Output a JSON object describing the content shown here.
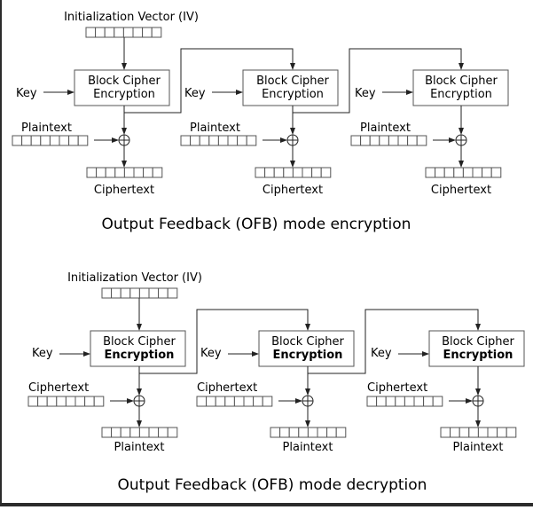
{
  "colors": {
    "line": "#222222",
    "box": "#555555",
    "frame": "#2b2b2b",
    "background": "#ffffff"
  },
  "encryption": {
    "title": "Output Feedback (OFB) mode encryption",
    "iv_label": "Initialization Vector (IV)",
    "stages": [
      {
        "cipher_line1": "Block Cipher",
        "cipher_line2": "Encryption",
        "key": "Key",
        "input": "Plaintext",
        "output": "Ciphertext"
      },
      {
        "cipher_line1": "Block Cipher",
        "cipher_line2": "Encryption",
        "key": "Key",
        "input": "Plaintext",
        "output": "Ciphertext"
      },
      {
        "cipher_line1": "Block Cipher",
        "cipher_line2": "Encryption",
        "key": "Key",
        "input": "Plaintext",
        "output": "Ciphertext"
      }
    ]
  },
  "decryption": {
    "title": "Output Feedback (OFB) mode decryption",
    "iv_label": "Initialization Vector (IV)",
    "stages": [
      {
        "cipher_line1": "Block Cipher",
        "cipher_line2": "Encryption",
        "key": "Key",
        "input": "Ciphertext",
        "output": "Plaintext"
      },
      {
        "cipher_line1": "Block Cipher",
        "cipher_line2": "Encryption",
        "key": "Key",
        "input": "Ciphertext",
        "output": "Plaintext"
      },
      {
        "cipher_line1": "Block Cipher",
        "cipher_line2": "Encryption",
        "key": "Key",
        "input": "Ciphertext",
        "output": "Plaintext"
      }
    ]
  }
}
